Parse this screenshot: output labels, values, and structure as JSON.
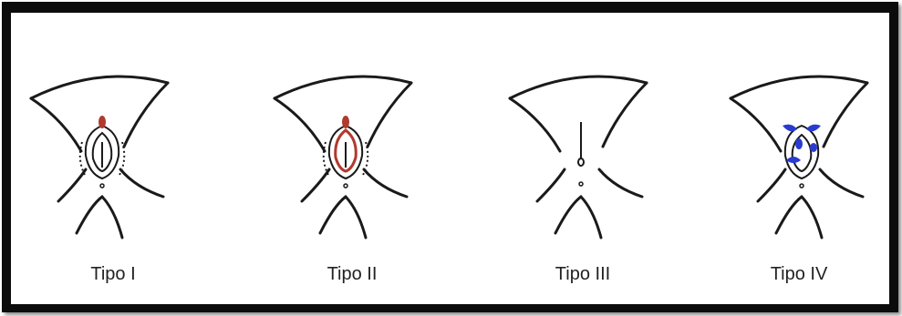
{
  "figure": {
    "types": [
      {
        "label": "Tipo I",
        "cut_color": "#b03a2e"
      },
      {
        "label": "Tipo II",
        "cut_color": "#b03a2e"
      },
      {
        "label": "Tipo III",
        "cut_color": "#000000"
      },
      {
        "label": "Tipo IV",
        "cut_color": "#2a3bd0"
      }
    ],
    "line_color": "#1a1a1a"
  }
}
